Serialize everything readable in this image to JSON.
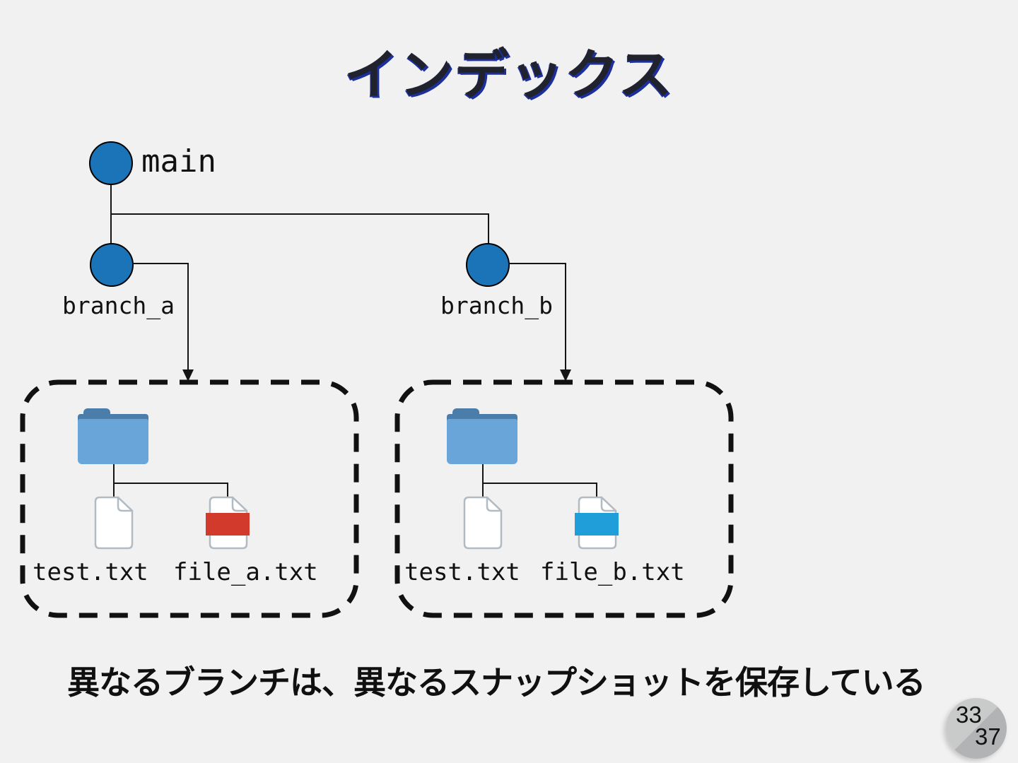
{
  "title": "インデックス",
  "caption": "異なるブランチは、異なるスナップショットを保存している",
  "page_indicator": {
    "current": "33",
    "total": "37"
  },
  "graph": {
    "nodes": [
      {
        "id": "main",
        "label": "main"
      },
      {
        "id": "branch_a",
        "label": "branch_a"
      },
      {
        "id": "branch_b",
        "label": "branch_b"
      }
    ]
  },
  "snapshots": [
    {
      "branch": "branch_a",
      "folder_icon": "folder-icon",
      "files": [
        {
          "label": "test.txt",
          "icon": "file-icon",
          "band_color": "none"
        },
        {
          "label": "file_a.txt",
          "icon": "file-icon-red-band",
          "band_color": "#d23a2b"
        }
      ]
    },
    {
      "branch": "branch_b",
      "folder_icon": "folder-icon",
      "files": [
        {
          "label": "test.txt",
          "icon": "file-icon",
          "band_color": "none"
        },
        {
          "label": "file_b.txt",
          "icon": "file-icon-blue-band",
          "band_color": "#1f9ed9"
        }
      ]
    }
  ],
  "colors": {
    "background": "#f1f1f2",
    "commit_node_fill": "#1b74b8",
    "line": "#151515",
    "title_text": "#20222e",
    "title_shadow": "#1c2f9a",
    "folder_front": "#6aa5da",
    "folder_back": "#4a7da9",
    "file_outline": "#b2bac2",
    "badge_light": "#c9caca",
    "badge_dark": "#b2b3b4"
  }
}
